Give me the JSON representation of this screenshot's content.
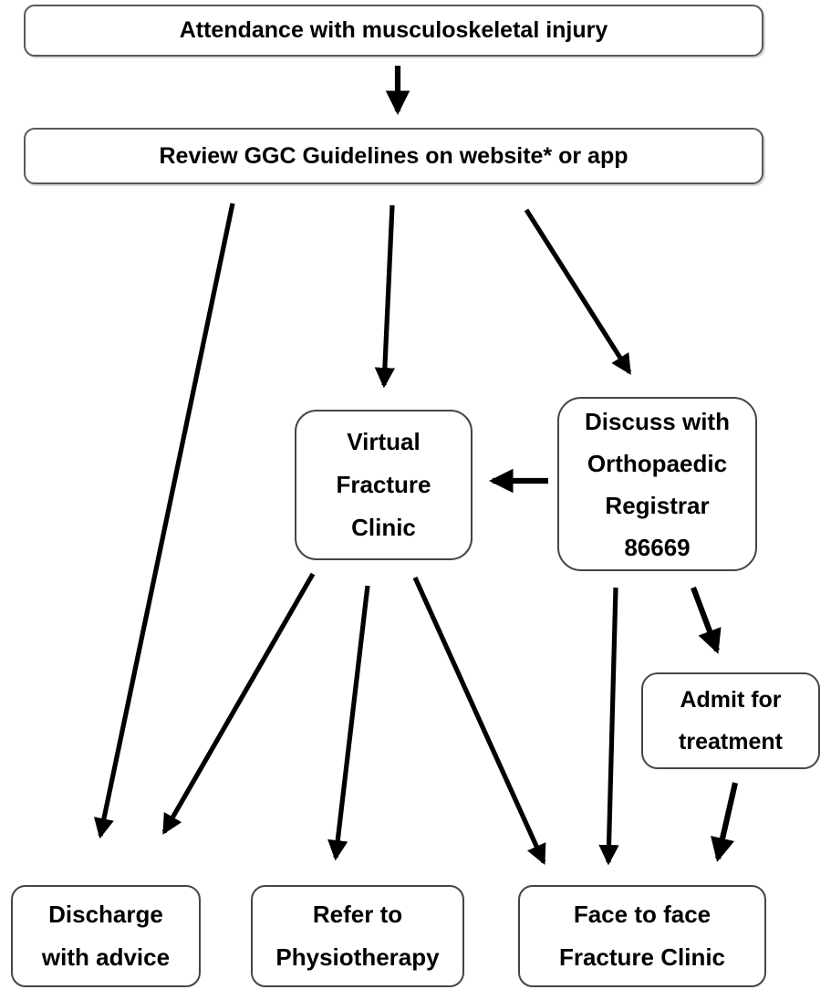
{
  "diagram": {
    "type": "flowchart",
    "nodes": {
      "attendance": {
        "label": "Attendance with musculoskeletal injury",
        "lines": [
          "Attendance with musculoskeletal injury"
        ]
      },
      "review": {
        "label": "Review GGC Guidelines on website* or app",
        "lines": [
          "Review GGC Guidelines on website* or app"
        ]
      },
      "virtual": {
        "label": "Virtual Fracture Clinic",
        "lines": [
          "Virtual",
          "Fracture",
          "Clinic"
        ]
      },
      "discuss": {
        "label": "Discuss with Orthopaedic Registrar 86669",
        "lines": [
          "Discuss with",
          "Orthopaedic",
          "Registrar",
          "86669"
        ]
      },
      "admit": {
        "label": "Admit for treatment",
        "lines": [
          "Admit for",
          "treatment"
        ]
      },
      "discharge": {
        "label": "Discharge with advice",
        "lines": [
          "Discharge",
          "with advice"
        ]
      },
      "physiotherapy": {
        "label": "Refer to Physiotherapy",
        "lines": [
          "Refer to",
          "Physiotherapy"
        ]
      },
      "face_to_face": {
        "label": "Face to face Fracture Clinic",
        "lines": [
          "Face to face",
          "Fracture Clinic"
        ]
      }
    },
    "edges": [
      {
        "from": "attendance",
        "to": "review"
      },
      {
        "from": "review",
        "to": "discharge"
      },
      {
        "from": "review",
        "to": "virtual"
      },
      {
        "from": "review",
        "to": "discuss"
      },
      {
        "from": "discuss",
        "to": "virtual"
      },
      {
        "from": "virtual",
        "to": "discharge"
      },
      {
        "from": "virtual",
        "to": "physiotherapy"
      },
      {
        "from": "virtual",
        "to": "face_to_face"
      },
      {
        "from": "discuss",
        "to": "face_to_face"
      },
      {
        "from": "discuss",
        "to": "admit"
      },
      {
        "from": "admit",
        "to": "face_to_face"
      }
    ],
    "colors": {
      "arrow": "#000000",
      "box_border": "#454545",
      "box_fill": "#ffffff",
      "text": "#000000",
      "background": "#ffffff"
    }
  }
}
